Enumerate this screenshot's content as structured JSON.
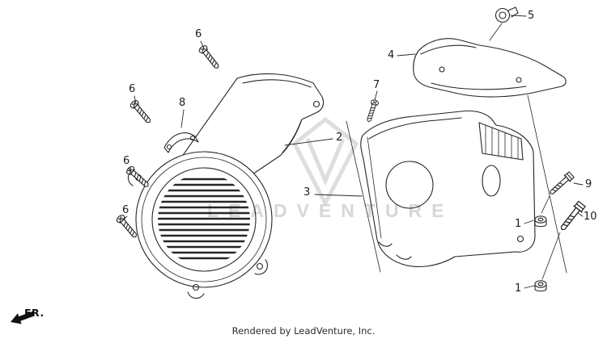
{
  "diagram": {
    "title": "exploded-parts-diagram",
    "watermark_text": "LEADVENTURE",
    "footer_credit": "Rendered by LeadVenture, Inc.",
    "orientation_label": "FR."
  },
  "callouts": [
    {
      "ref": "6"
    },
    {
      "ref": "5"
    },
    {
      "ref": "4"
    },
    {
      "ref": "6"
    },
    {
      "ref": "8"
    },
    {
      "ref": "7"
    },
    {
      "ref": "2"
    },
    {
      "ref": "6"
    },
    {
      "ref": "3"
    },
    {
      "ref": "9"
    },
    {
      "ref": "6"
    },
    {
      "ref": "1"
    },
    {
      "ref": "10"
    },
    {
      "ref": "1"
    }
  ],
  "colors": {
    "line": "#262626",
    "watermark": "#d7d7d7",
    "background": "#ffffff",
    "footer_text": "#2c2c2c"
  }
}
